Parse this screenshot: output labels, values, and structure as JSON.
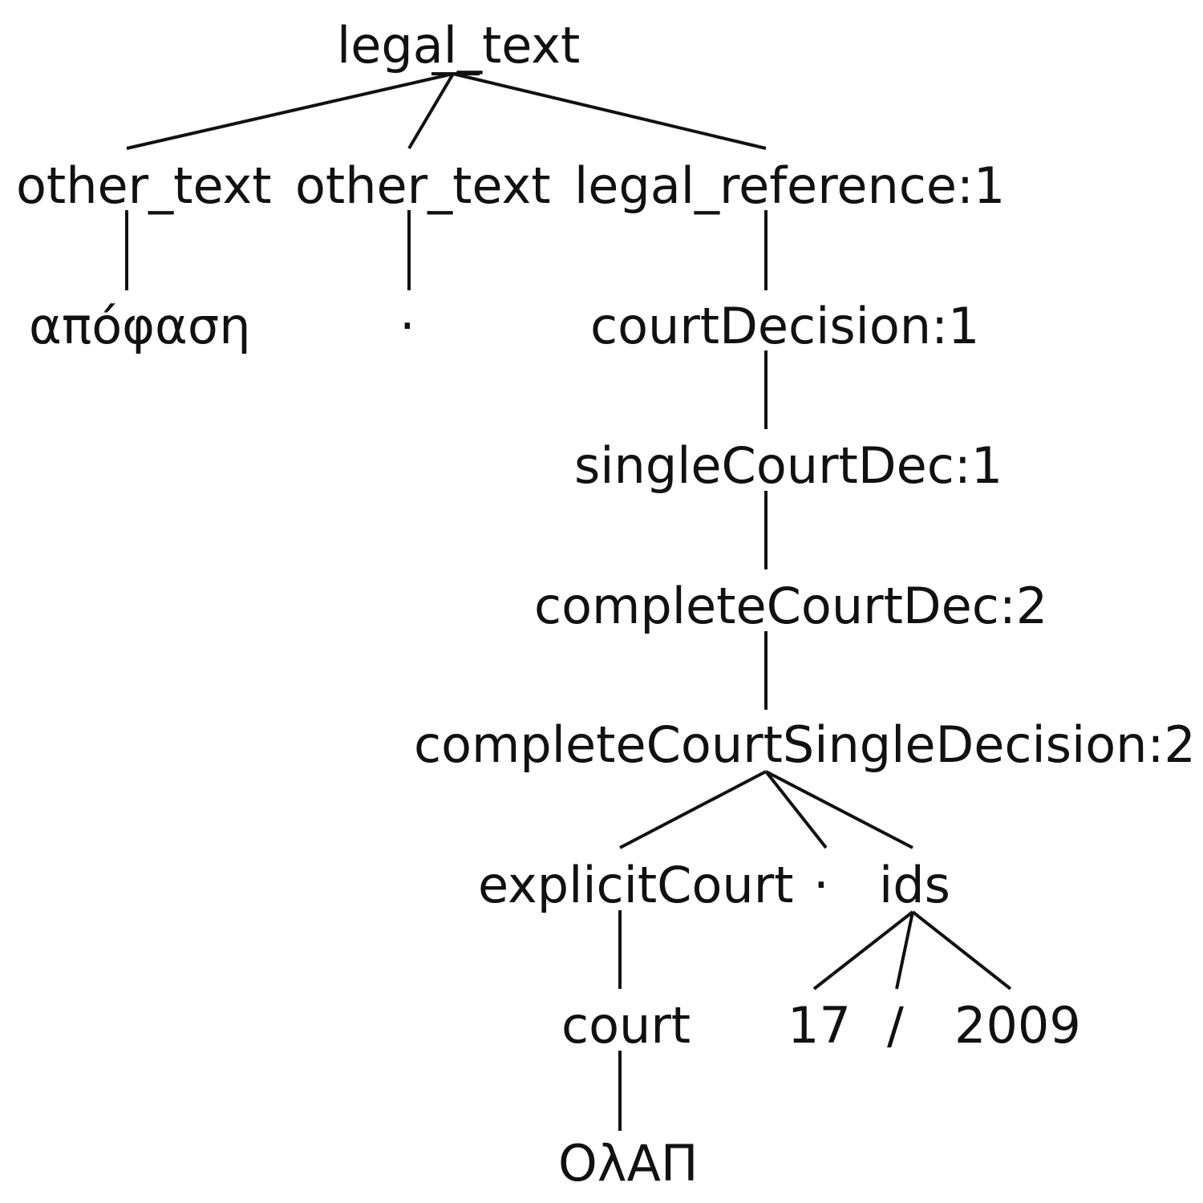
{
  "tree": {
    "nodes": {
      "legal_text": "legal_text",
      "other_text_1": "other_text",
      "other_text_2": "other_text",
      "legal_reference": "legal_reference:1",
      "apofasi": "απόφαση",
      "dot_1": "·",
      "court_decision": "courtDecision:1",
      "single_court_dec": "singleCourtDec:1",
      "complete_court_dec": "completeCourtDec:2",
      "complete_court_single_decision": "completeCourtSingleDecision:2",
      "explicit_court": "explicitCourt",
      "dot_2": "·",
      "ids": "ids",
      "court": "court",
      "num_17": "17",
      "slash": "/",
      "year_2009": "2009",
      "olap": "ΟλΑΠ"
    }
  }
}
